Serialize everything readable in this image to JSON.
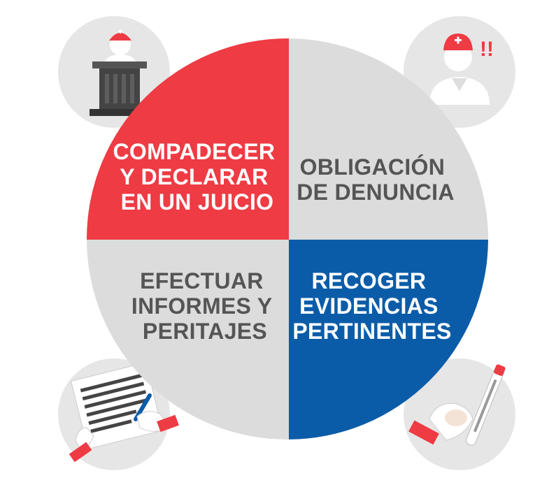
{
  "colors": {
    "red": "#ee3b44",
    "blue": "#0b5ca8",
    "grey": "#dcdcdc",
    "grey_text": "#555555",
    "circle_bg": "#e6e6e6",
    "dark": "#444444",
    "white": "#ffffff"
  },
  "quadrants": [
    {
      "name": "top-left",
      "lines": [
        "COMPADECER",
        "Y DECLARAR",
        "EN UN JUICIO"
      ]
    },
    {
      "name": "top-right",
      "lines": [
        "OBLIGACIÓN",
        "DE  DENUNCIA"
      ]
    },
    {
      "name": "bottom-left",
      "lines": [
        "EFECTUAR",
        "INFORMES Y",
        "PERITAJES"
      ]
    },
    {
      "name": "bottom-right",
      "lines": [
        "RECOGER",
        "EVIDENCIAS",
        "PERTINENTES"
      ]
    }
  ],
  "corner_icons": [
    {
      "position": "top-left",
      "icon": "doctor-at-podium-icon"
    },
    {
      "position": "top-right",
      "icon": "alarmed-doctor-icon"
    },
    {
      "position": "bottom-left",
      "icon": "hand-writing-document-icon"
    },
    {
      "position": "bottom-right",
      "icon": "hand-holding-swab-icon"
    }
  ],
  "alert_marks": "!!"
}
